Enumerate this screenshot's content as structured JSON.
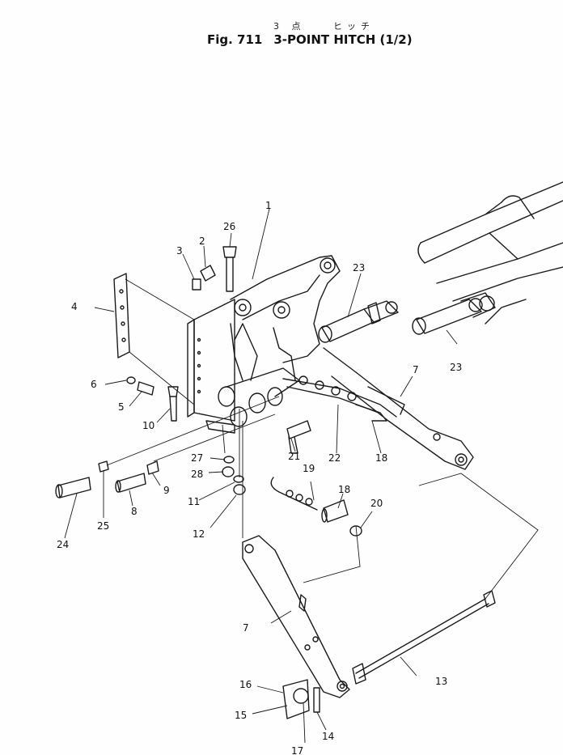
{
  "header": {
    "ruby_1": "3 点",
    "ruby_2": "ヒッチ",
    "fig_label": "Fig. 711",
    "title": "3-POINT  HITCH (1/2)"
  },
  "callouts": {
    "c1": "1",
    "c2": "2",
    "c3": "3",
    "c4": "4",
    "c5": "5",
    "c6": "6",
    "c7a": "7",
    "c7b": "7",
    "c8": "8",
    "c9": "9",
    "c10": "10",
    "c11": "11",
    "c12": "12",
    "c13": "13",
    "c14": "14",
    "c15": "15",
    "c16": "16",
    "c17": "17",
    "c18a": "18",
    "c18b": "18",
    "c19": "19",
    "c20": "20",
    "c21": "21",
    "c22": "22",
    "c23a": "23",
    "c23b": "23",
    "c24": "24",
    "c25": "25",
    "c26": "26",
    "c27": "27",
    "c28": "28"
  }
}
